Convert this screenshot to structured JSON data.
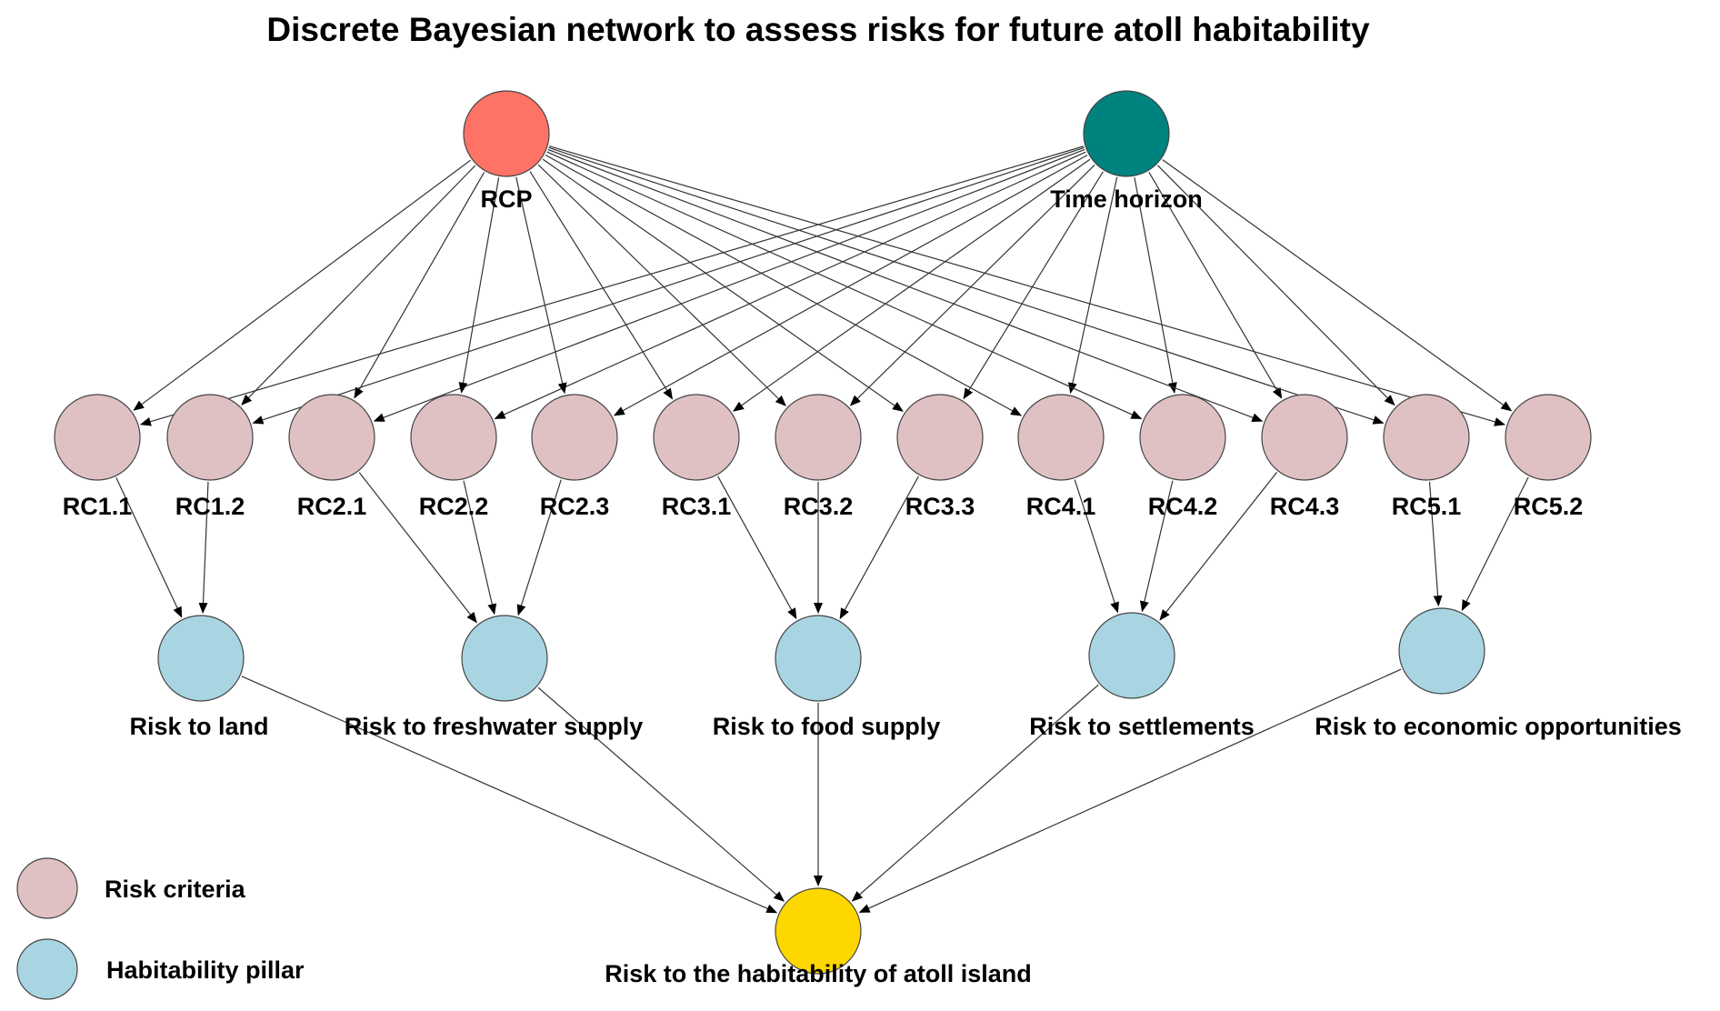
{
  "title": "Discrete Bayesian network to assess risks for future atoll habitability",
  "colors": {
    "scenario_rcp": "#FF7366",
    "scenario_time": "#00827F",
    "risk_criteria": "#DFC1C4",
    "habitability_pillar": "#A9D5E3",
    "overall": "#FFD700"
  },
  "scenario_nodes": [
    {
      "id": "rcp",
      "label": "RCP"
    },
    {
      "id": "time",
      "label": "Time horizon"
    }
  ],
  "risk_criteria": [
    {
      "id": "rc11",
      "label": "RC1.1",
      "pillar": "land"
    },
    {
      "id": "rc12",
      "label": "RC1.2",
      "pillar": "land"
    },
    {
      "id": "rc21",
      "label": "RC2.1",
      "pillar": "freshwater"
    },
    {
      "id": "rc22",
      "label": "RC2.2",
      "pillar": "freshwater"
    },
    {
      "id": "rc23",
      "label": "RC2.3",
      "pillar": "freshwater"
    },
    {
      "id": "rc31",
      "label": "RC3.1",
      "pillar": "food"
    },
    {
      "id": "rc32",
      "label": "RC3.2",
      "pillar": "food"
    },
    {
      "id": "rc33",
      "label": "RC3.3",
      "pillar": "food"
    },
    {
      "id": "rc41",
      "label": "RC4.1",
      "pillar": "settlements"
    },
    {
      "id": "rc42",
      "label": "RC4.2",
      "pillar": "settlements"
    },
    {
      "id": "rc43",
      "label": "RC4.3",
      "pillar": "settlements"
    },
    {
      "id": "rc51",
      "label": "RC5.1",
      "pillar": "economic"
    },
    {
      "id": "rc52",
      "label": "RC5.2",
      "pillar": "economic"
    }
  ],
  "pillars": [
    {
      "id": "land",
      "label": "Risk to land"
    },
    {
      "id": "freshwater",
      "label": "Risk to freshwater supply"
    },
    {
      "id": "food",
      "label": "Risk to food supply"
    },
    {
      "id": "settlements",
      "label": "Risk to settlements"
    },
    {
      "id": "economic",
      "label": "Risk to economic opportunities"
    }
  ],
  "overall": {
    "id": "overall",
    "label": "Risk to the habitability of atoll island"
  },
  "legend": [
    {
      "key": "risk_criteria",
      "label": "Risk criteria"
    },
    {
      "key": "habitability_pillar",
      "label": "Habitability pillar"
    }
  ]
}
